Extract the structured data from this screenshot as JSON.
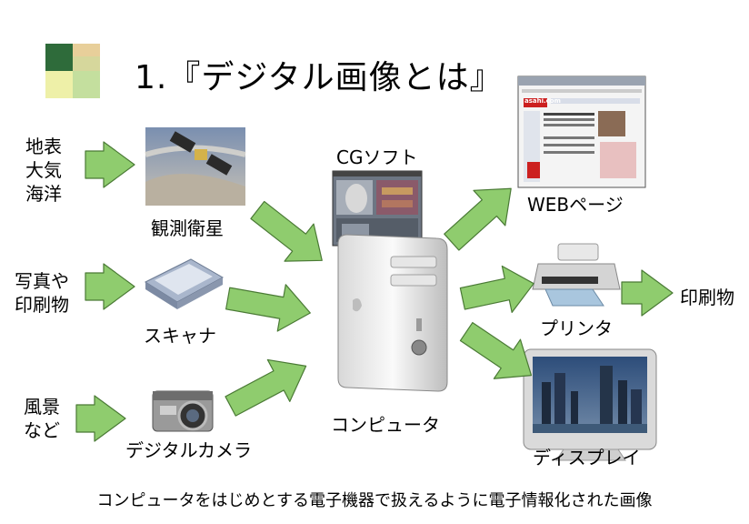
{
  "title": "1.『デジタル画像とは』",
  "sources": {
    "earth": "地表\n大気\n海洋",
    "photo": "写真や\n印刷物",
    "scene": "風景\nなど"
  },
  "devices": {
    "satellite": "観測衛星",
    "scanner": "スキャナ",
    "camera": "デジタルカメラ",
    "cg_software": "CGソフト",
    "computer": "コンピュータ",
    "web": "WEBページ",
    "printer": "プリンタ",
    "display": "ディスプレイ",
    "printed": "印刷物"
  },
  "web_logo": "asahi.com",
  "caption": "コンピュータをはじめとする電子機器で扱えるように電子情報化された画像",
  "colors": {
    "arrow_fill": "#8fcc6e",
    "arrow_stroke": "#4a7a35",
    "logo_dark_green": "#2e6b3a",
    "logo_tan": "#e8cf9a",
    "logo_yellow": "#eef0a8",
    "logo_light_green": "#c4df9e"
  }
}
